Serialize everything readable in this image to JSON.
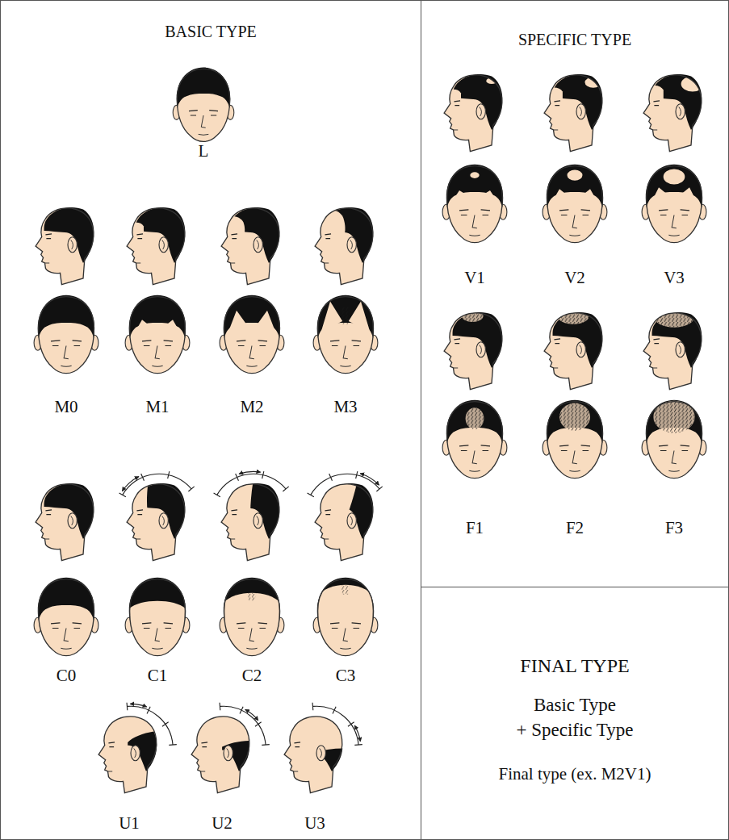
{
  "diagram": {
    "nodes": [
      {
        "text": [
          "BASIC TYPE"
        ]
      },
      {
        "text": [
          "SPECIFIC TYPE"
        ]
      },
      {
        "text": [
          "FINAL TYPE",
          "Basic Type",
          "+ Specific Type",
          "Final type (ex. M2V1)"
        ]
      }
    ],
    "labels": [
      "L",
      "M0",
      "M1",
      "M2",
      "M3",
      "C0",
      "C1",
      "C2",
      "C3",
      "U1",
      "U2",
      "U3",
      "V1",
      "V2",
      "V3",
      "F1",
      "F2",
      "F3"
    ]
  }
}
